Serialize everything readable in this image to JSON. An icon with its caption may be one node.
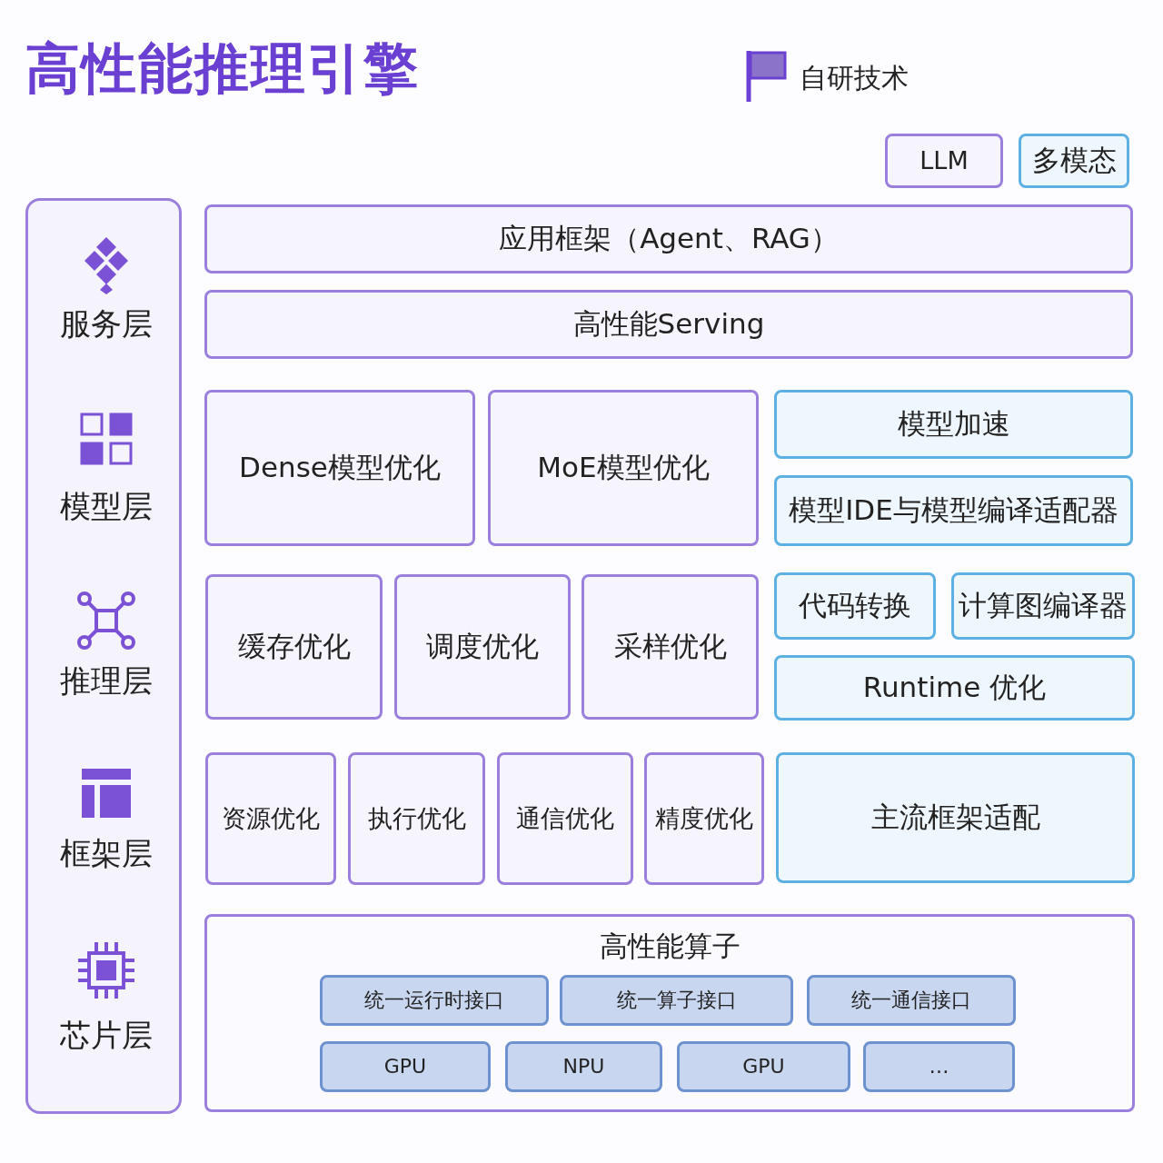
{
  "diagram": {
    "title": "高性能推理引擎",
    "nodes": [
      {
        "text": [],
        "shape": "box"
      },
      {
        "text": [
          "服务层"
        ],
        "in": 0
      },
      {
        "text": [
          "模型层"
        ],
        "in": 0
      },
      {
        "text": [
          "推理层"
        ],
        "in": 0
      },
      {
        "text": [
          "框架层"
        ],
        "in": 0
      },
      {
        "text": [
          "芯片层"
        ],
        "in": 0
      },
      {
        "text": [
          "LLM"
        ]
      },
      {
        "text": [
          "多模态"
        ]
      },
      {
        "text": [
          "应用框架（Agent、RAG）"
        ]
      },
      {
        "text": [
          "高性能Serving"
        ]
      },
      {
        "text": [
          "Dense模型优化"
        ]
      },
      {
        "text": [
          "MoE模型优化"
        ]
      },
      {
        "text": [
          "模型加速"
        ]
      },
      {
        "text": [
          "模型IDE与模型编译适配器"
        ]
      },
      {
        "text": [
          "缓存优化"
        ]
      },
      {
        "text": [
          "调度优化"
        ]
      },
      {
        "text": [
          "采样优化"
        ]
      },
      {
        "text": [
          "代码转换"
        ]
      },
      {
        "text": [
          "计算图编译器"
        ]
      },
      {
        "text": [
          "Runtime 优化"
        ]
      },
      {
        "text": [
          "资源优化"
        ]
      },
      {
        "text": [
          "执行优化"
        ]
      },
      {
        "text": [
          "通信优化"
        ]
      },
      {
        "text": [
          "精度优化"
        ]
      },
      {
        "text": [
          "主流框架适配"
        ]
      },
      {
        "text": [
          "高性能算子"
        ]
      },
      {
        "text": [
          "统一运行时接口"
        ],
        "in": 25
      },
      {
        "text": [
          "统一算子接口"
        ],
        "in": 25
      },
      {
        "text": [
          "统一通信接口"
        ],
        "in": 25
      },
      {
        "text": [
          "GPU"
        ],
        "in": 25
      },
      {
        "text": [
          "NPU"
        ],
        "in": 25
      },
      {
        "text": [
          "GPU"
        ],
        "in": 25
      },
      {
        "text": [
          "…"
        ],
        "in": 25
      }
    ],
    "labels": [
      "自研技术"
    ]
  }
}
